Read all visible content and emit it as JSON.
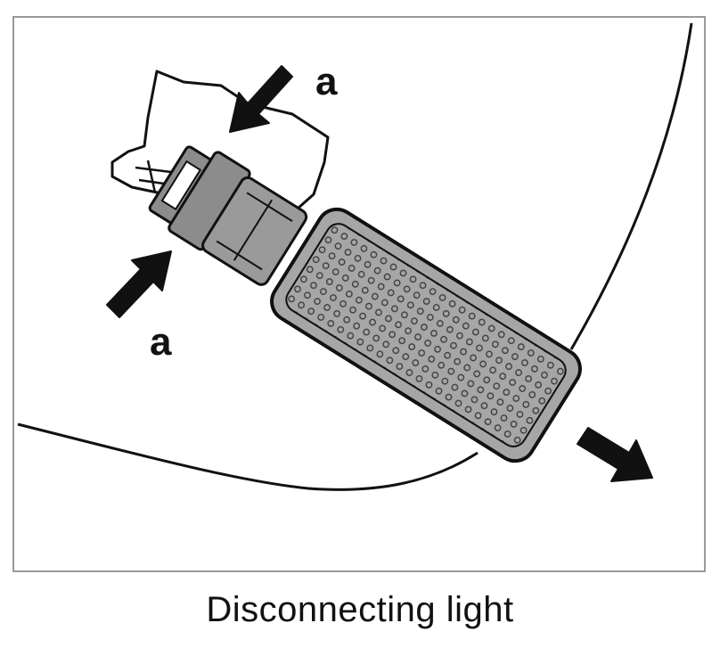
{
  "diagram": {
    "labels": {
      "upper_arrow_label": "a",
      "lower_arrow_label": "a"
    },
    "caption": "Disconnecting light",
    "colors": {
      "outline": "#111111",
      "lens_fill": "#a6a6a6",
      "connector_fill": "#8c8c8c",
      "frame_border": "#9a9a9a"
    },
    "icons": [
      "press-arrow-icon",
      "press-arrow-icon",
      "pull-out-arrow-icon"
    ]
  }
}
